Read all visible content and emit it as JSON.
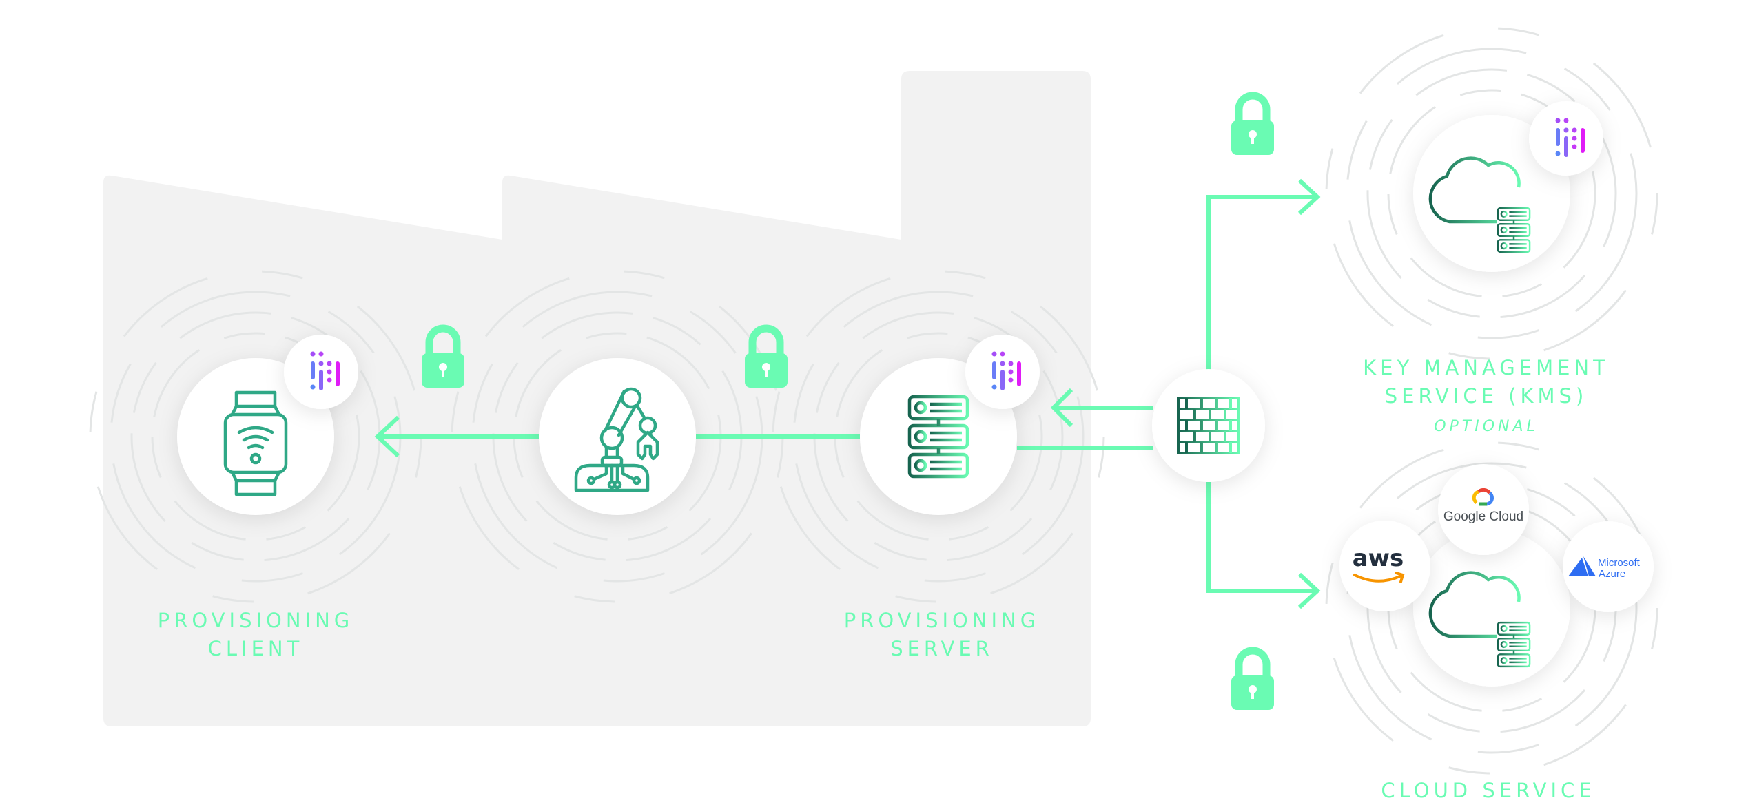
{
  "colors": {
    "accent": "#6afbb3",
    "icon": "#2fa886",
    "icon_dark": "#17644f",
    "factory": "#f2f2f2",
    "background": "#ffffff"
  },
  "labels": {
    "client_line1": "PROVISIONING",
    "client_line2": "CLIENT",
    "server_line1": "PROVISIONING",
    "server_line2": "SERVER",
    "kms_line1": "KEY MANAGEMENT",
    "kms_line2": "SERVICE (KMS)",
    "kms_optional": "OPTIONAL",
    "cloud": "CLOUD SERVICE"
  },
  "providers": {
    "aws": "aws",
    "google": "Google Cloud",
    "azure_line1": "Microsoft",
    "azure_line2": "Azure"
  },
  "nodes": [
    {
      "id": "client",
      "icon": "smartwatch-icon"
    },
    {
      "id": "robot",
      "icon": "robot-arm-icon"
    },
    {
      "id": "server",
      "icon": "server-rack-icon"
    },
    {
      "id": "firewall",
      "icon": "firewall-icon"
    },
    {
      "id": "kms",
      "icon": "cloud-server-icon"
    },
    {
      "id": "cloud",
      "icon": "cloud-server-icon"
    }
  ]
}
